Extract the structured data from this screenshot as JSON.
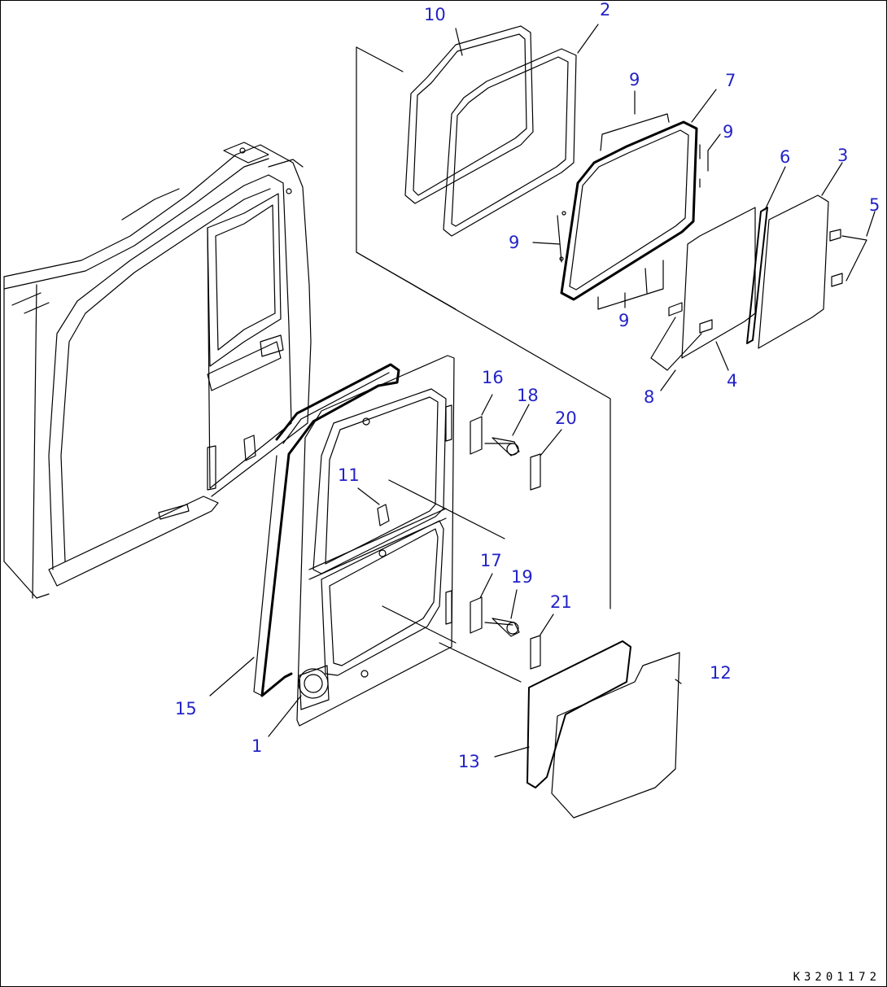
{
  "drawing_code": "K3201172",
  "callouts": {
    "c1": "1",
    "c2": "2",
    "c3": "3",
    "c4": "4",
    "c5": "5",
    "c6": "6",
    "c7": "7",
    "c8": "8",
    "c9a": "9",
    "c9b": "9",
    "c9c": "9",
    "c9d": "9",
    "c10": "10",
    "c11": "11",
    "c12": "12",
    "c13": "13",
    "c15": "15",
    "c16": "16",
    "c17": "17",
    "c18": "18",
    "c19": "19",
    "c20": "20",
    "c21": "21"
  },
  "colors": {
    "line": "#000000",
    "callout": "#2323c8",
    "background": "#ffffff"
  }
}
